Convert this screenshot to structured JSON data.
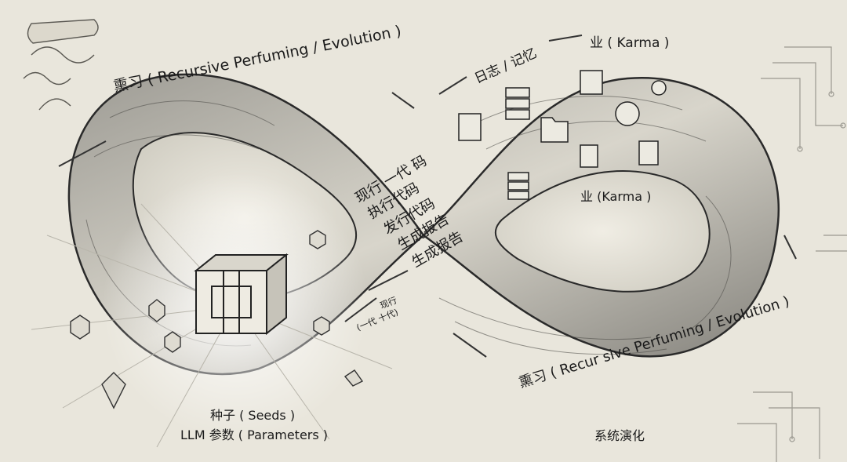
{
  "labels": {
    "top_left_cycle": "熏习 ( Recursive Perfuming / Evolution )",
    "log_memory": "日志 / 记忆",
    "karma_top": "业 ( Karma )",
    "karma_middle": "业 (Karma )",
    "flow_line_1": "现行 一代 码",
    "flow_line_2": "执行代码",
    "flow_line_3": "发行代码",
    "flow_line_4": "生成报告",
    "flow_line_5": "生成报告",
    "small_label_1": "现行",
    "small_label_2": "(一代 十代)",
    "bottom_right_cycle": "熏习 ( Recur sive Perfuming / Evolution )",
    "seeds": "种子 ( Seeds )",
    "llm_params": "LLM 参数 ( Parameters )",
    "system_evolution": "系统演化"
  },
  "colors": {
    "paper": "#e9e6dc",
    "ink": "#1f1f1f",
    "band_light": "#d9d6cc",
    "band_dark": "#6b6b6b"
  }
}
